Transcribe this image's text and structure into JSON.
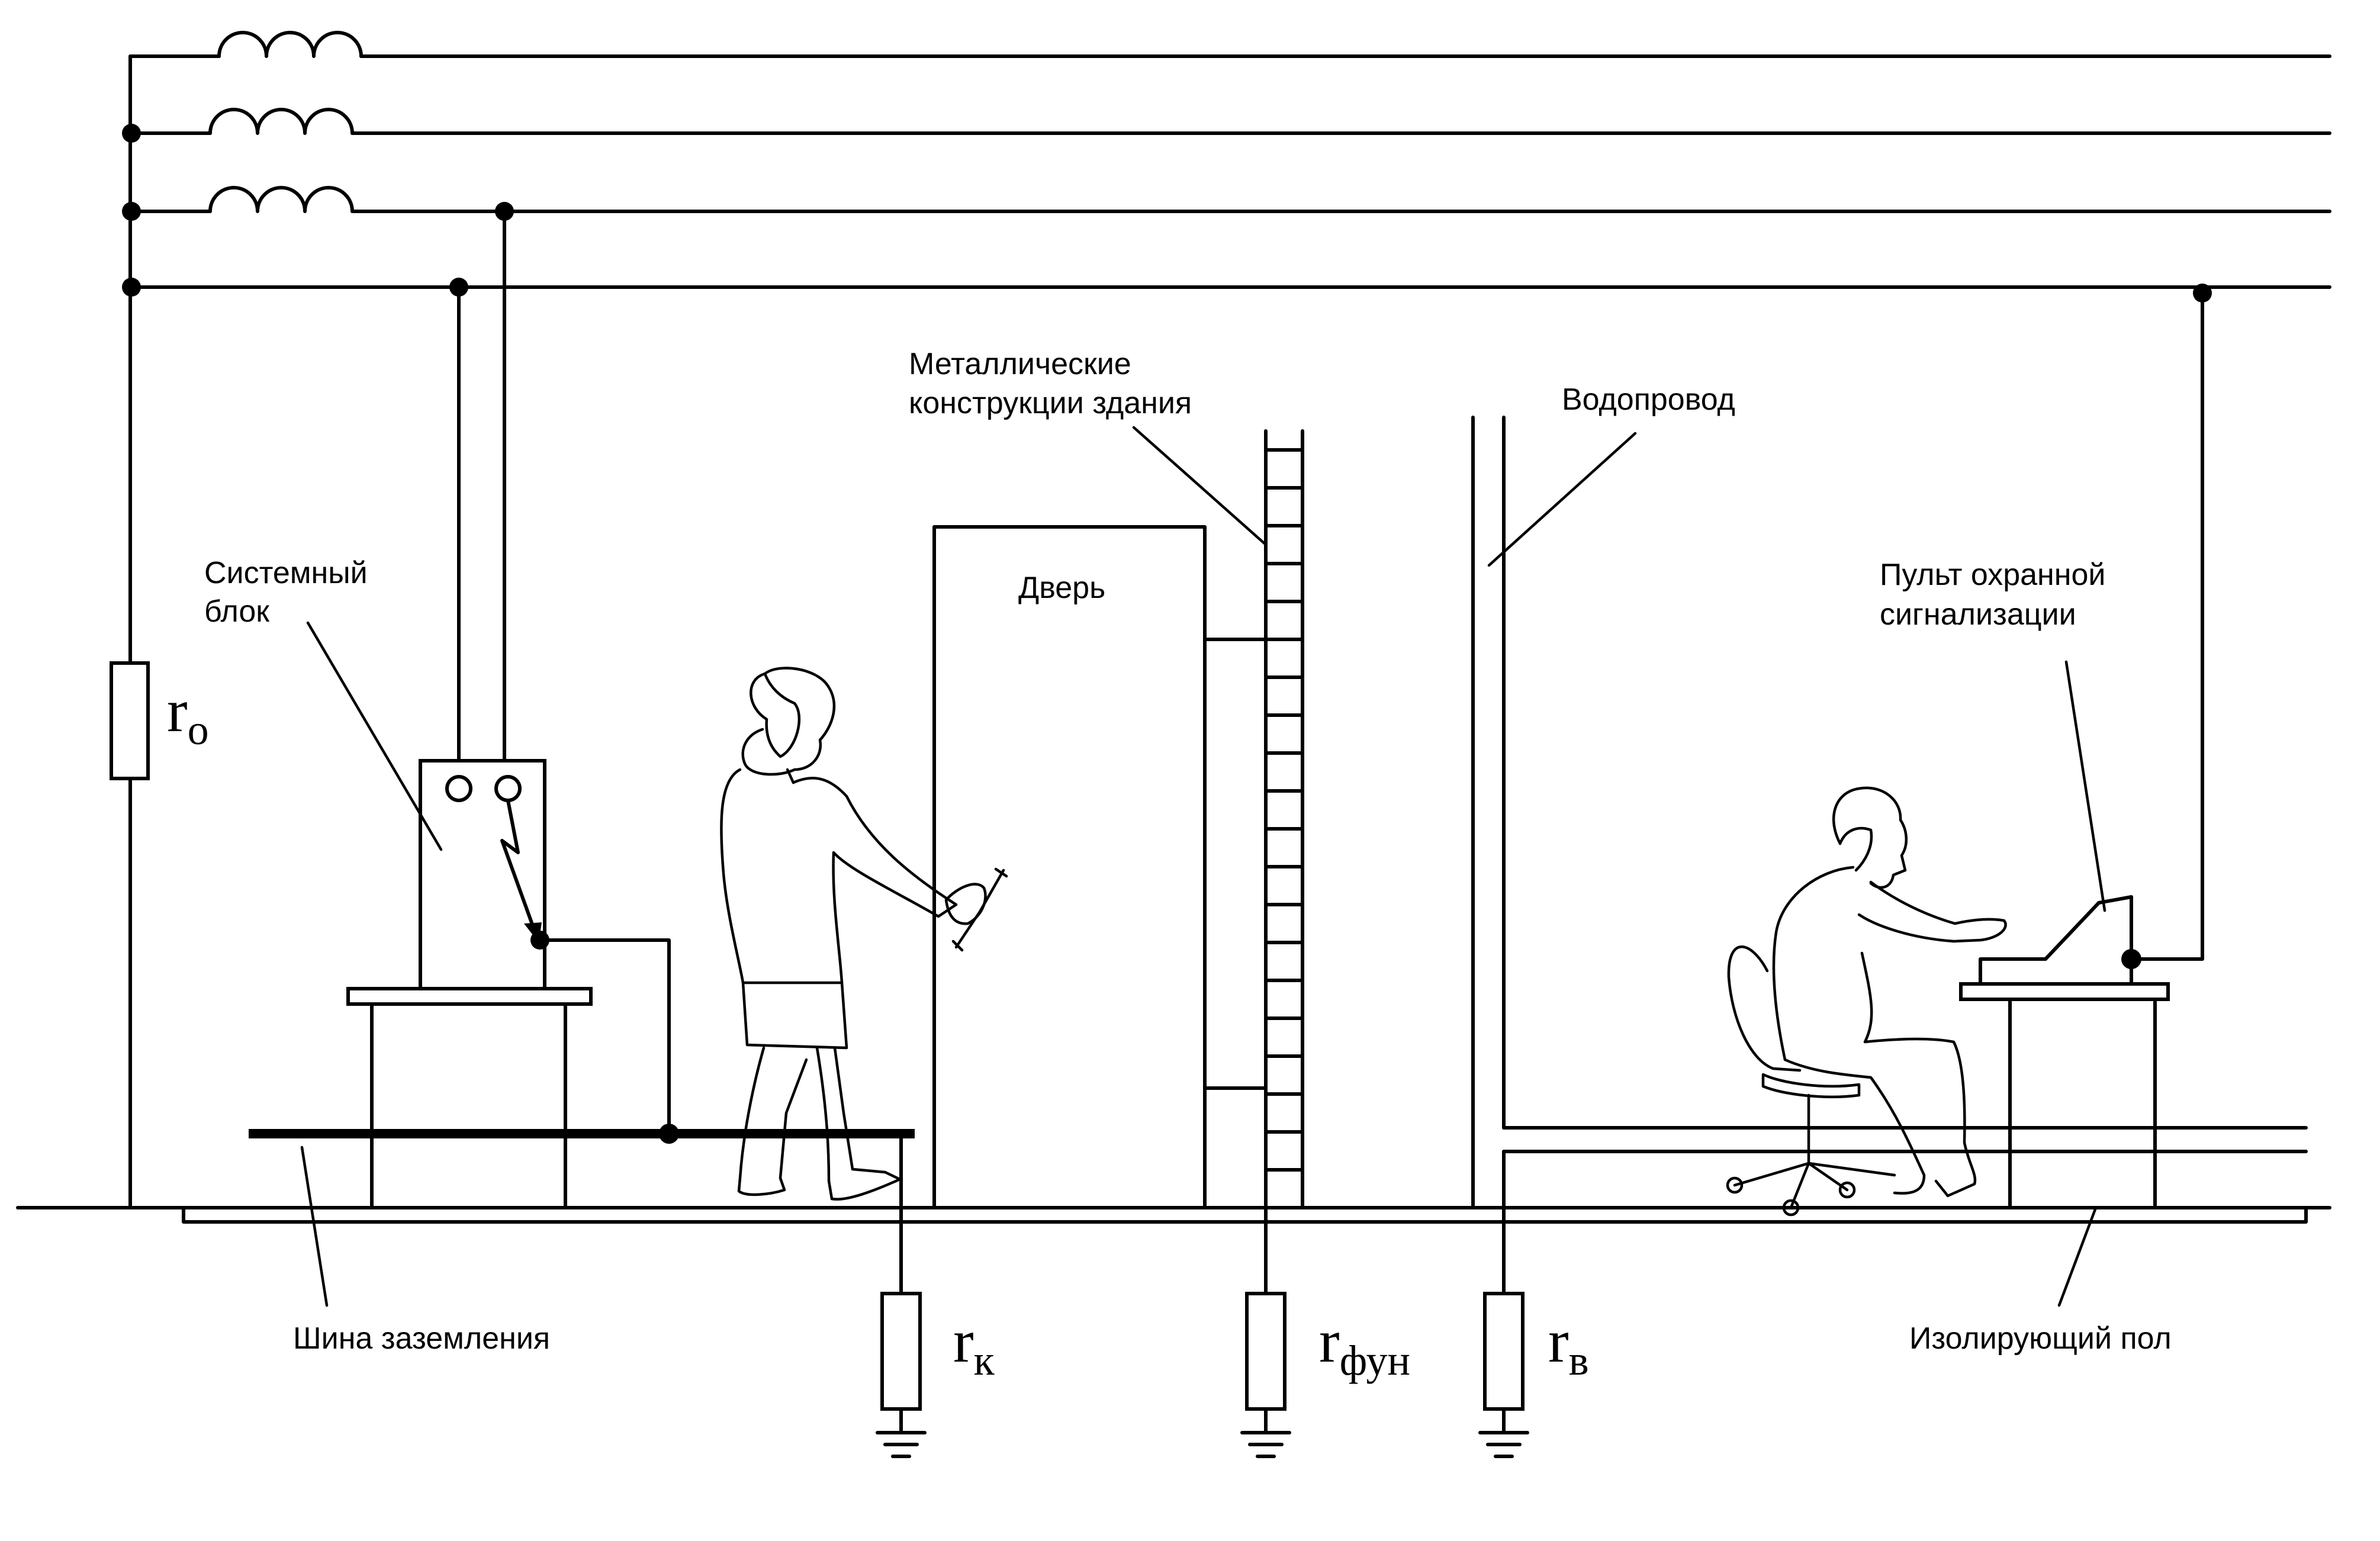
{
  "labels": {
    "metal_line1": "Металлические",
    "metal_line2": "конструкции здания",
    "water_pipe": "Водопровод",
    "system_unit_line1": "Системный",
    "system_unit_line2": "блок",
    "door": "Дверь",
    "alarm_panel_line1": "Пульт охранной",
    "alarm_panel_line2": "сигнализации",
    "ground_bus": "Шина заземления",
    "insulating_floor": "Изолирующий пол"
  },
  "resistors": {
    "r0": {
      "symbol": "r",
      "subscript": "o"
    },
    "rk": {
      "symbol": "r",
      "subscript": "к"
    },
    "rfun": {
      "symbol": "r",
      "subscript": "фун"
    },
    "rv": {
      "symbol": "r",
      "subscript": "в"
    }
  }
}
